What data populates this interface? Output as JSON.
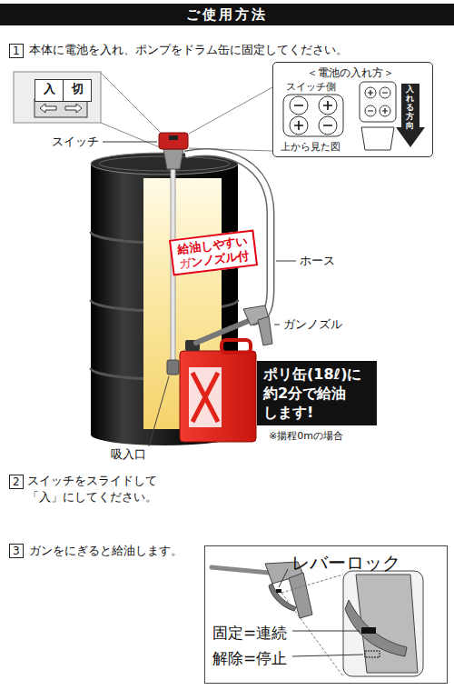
{
  "diagram": {
    "title": "ご使用方法",
    "nodes": [
      {
        "text": [
          "1"
        ]
      },
      {
        "text": [
          "入",
          "切"
        ]
      },
      {
        "text": [
          "＜電池の入れ方＞",
          "スイッチ側",
          "上から見た図"
        ]
      },
      {
        "text": [
          "給油しやすい ガンノズル付"
        ]
      },
      {
        "text": [
          "ポリ缶(18ℓ)に 約2分で給油 します!"
        ]
      },
      {
        "text": [
          "2"
        ]
      },
      {
        "text": [
          "3"
        ]
      },
      {
        "text": [
          "レバーロック",
          "固定=連続",
          "解除=停止"
        ]
      }
    ],
    "labels": [
      "本体に電池を入れ、ポンプをドラム缶に固定してください。",
      "スイッチ",
      "入れる方向",
      "ホース",
      "ガンノズル",
      "※揚程0mの場合",
      "吸入口",
      "スイッチをスライドして 「入」にしてください。",
      "ガンをにぎると給油します。"
    ]
  }
}
